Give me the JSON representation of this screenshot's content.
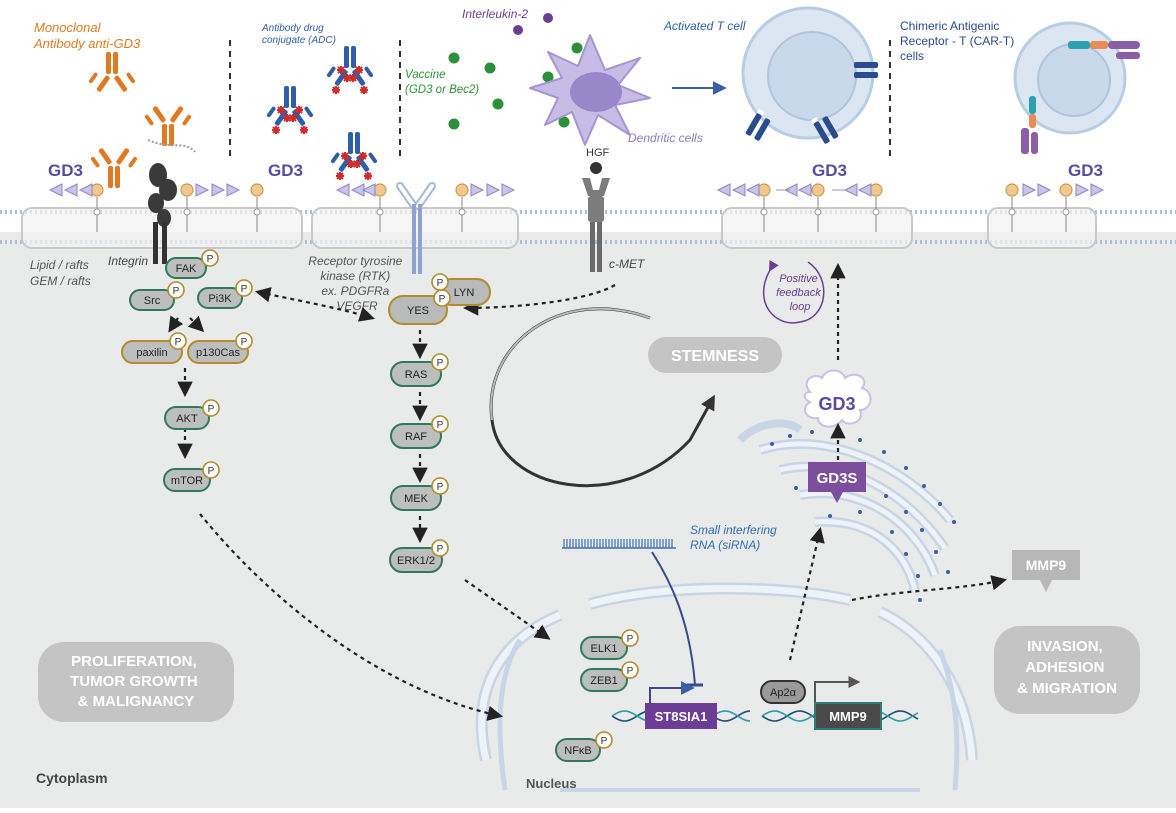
{
  "colors": {
    "orange": "#e07a22",
    "blue": "#2f5ea8",
    "darkblue": "#2b4c8c",
    "purple": "#6b3d95",
    "lavender": "#8f7bbf",
    "green": "#2e8f3a",
    "gray_node": "#bcbfbe",
    "node_border": "#2f7a5a",
    "gold_border": "#b28b2a",
    "cytoplasm": "#e9eaea",
    "outcome_box": "#c4c4c4"
  },
  "therapies": {
    "mab": [
      "Monoclonal",
      "Antibody anti-GD3"
    ],
    "adc": [
      "Antibody drug",
      "conjugate (ADC)"
    ],
    "il2": "Interleukin-2",
    "vaccine": [
      "Vaccine",
      "(GD3 or Bec2)"
    ],
    "dendritic": "Dendritic cells",
    "tcell": "Activated T cell",
    "cart": [
      "Chimeric Antigenic",
      "Receptor - T (CAR-T)",
      "cells"
    ]
  },
  "gd3_labels": [
    "GD3",
    "GD3",
    "GD3",
    "GD3"
  ],
  "hgf": "HGF",
  "membrane": {
    "rafts": [
      "Lipid / rafts",
      "GEM / rafts"
    ],
    "integrin": "Integrin",
    "rtk": [
      "Receptor tyrosine",
      "kinase (RTK)",
      "ex. PDGFRa",
      "VEGFR"
    ],
    "cmet": "c-MET"
  },
  "phospho": "P",
  "nodes": {
    "fak": "FAK",
    "src": "Src",
    "pi3k": "Pi3K",
    "paxilin": "paxilin",
    "p130cas": "p130Cas",
    "akt": "AKT",
    "mtor": "mTOR",
    "lyn": "LYN",
    "yes": "YES",
    "ras": "RAS",
    "raf": "RAF",
    "mek": "MEK",
    "erk": "ERK1/2",
    "elk1": "ELK1",
    "zeb1": "ZEB1",
    "nfkb": "NFκB",
    "ap2": "Ap2α"
  },
  "stemness": "STEMNESS",
  "feedback": [
    "Positive",
    "feedback",
    "loop"
  ],
  "gd3_golgi": "GD3",
  "gd3s": "GD3S",
  "sirna": [
    "Small interfering",
    "RNA (siRNA)"
  ],
  "st8sia1": "ST8SIA1",
  "mmp9_gene": "MMP9",
  "mmp9_protein": "MMP9",
  "outcomes": {
    "proliferation": [
      "PROLIFERATION,",
      "TUMOR GROWTH",
      "& MALIGNANCY"
    ],
    "invasion": [
      "INVASION,",
      "ADHESION",
      "& MIGRATION"
    ]
  },
  "compartments": {
    "cytoplasm": "Cytoplasm",
    "nucleus": "Nucleus"
  }
}
